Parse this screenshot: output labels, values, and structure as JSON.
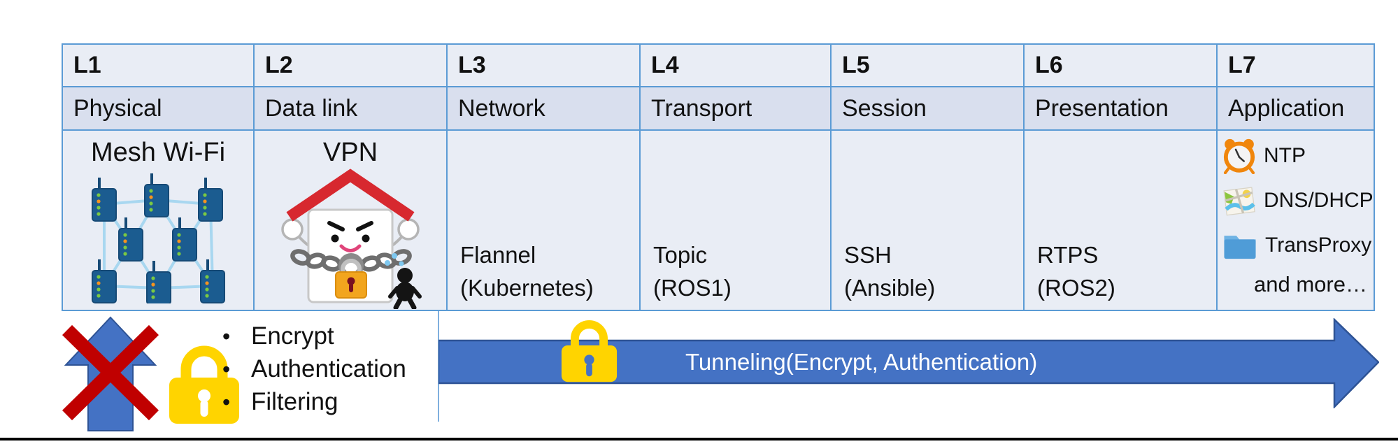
{
  "colors": {
    "table_border": "#5B9BD5",
    "header_row_bg": "#E9EDF5",
    "name_row_bg": "#D9DFEE",
    "content_row_bg": "#E9EDF5",
    "arrow_blue": "#4472C4",
    "arrow_edge": "#2E5395",
    "cross_red": "#C00000",
    "lock_gold": "#FFD400",
    "roof_red": "#D7282F",
    "router_blue": "#1B5C90",
    "mesh_link_blue": "#A8D7F0",
    "clock_orange": "#F0860C",
    "folder_blue": "#4F9CD7"
  },
  "osi_table": {
    "columns": [
      {
        "layer": "L1",
        "name": "Physical"
      },
      {
        "layer": "L2",
        "name": "Data link"
      },
      {
        "layer": "L3",
        "name": "Network"
      },
      {
        "layer": "L4",
        "name": "Transport"
      },
      {
        "layer": "L5",
        "name": "Session"
      },
      {
        "layer": "L6",
        "name": "Presentation"
      },
      {
        "layer": "L7",
        "name": "Application"
      }
    ]
  },
  "cells": {
    "l1": {
      "title": "Mesh Wi-Fi"
    },
    "l2": {
      "title": "VPN"
    },
    "l3": {
      "line1": "Flannel",
      "line2": "(Kubernetes)"
    },
    "l4": {
      "line1": "Topic",
      "line2": "(ROS1)"
    },
    "l5": {
      "line1": "SSH",
      "line2": "(Ansible)"
    },
    "l6": {
      "line1": "RTPS",
      "line2": "(ROS2)"
    },
    "l7": {
      "items": [
        {
          "icon": "alarm-clock-icon",
          "label": "NTP"
        },
        {
          "icon": "map-icon",
          "label": "DNS/DHCP"
        },
        {
          "icon": "folder-icon",
          "label": "TransProxy"
        }
      ],
      "more": "and more…"
    }
  },
  "bottom": {
    "blocked": {
      "bullets": [
        "Encrypt",
        "Authentication",
        "Filtering"
      ]
    },
    "tunnel": {
      "label": "Tunneling(Encrypt, Authentication)"
    }
  }
}
